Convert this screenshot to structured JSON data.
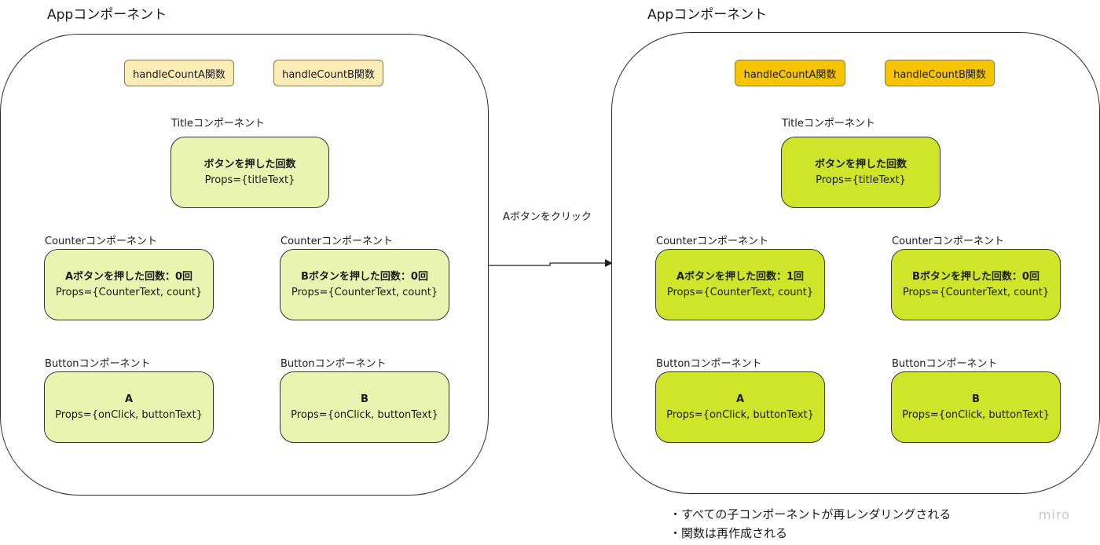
{
  "left": {
    "app_title": "Appコンポーネント",
    "funcs": [
      "handleCountA関数",
      "handleCountB関数"
    ],
    "title_label": "Titleコンポーネント",
    "title_card": {
      "main": "ボタンを押した回数",
      "props": "Props={titleText}"
    },
    "counter_label_a": "Counterコンポーネント",
    "counter_label_b": "Counterコンポーネント",
    "counter_a": {
      "main": "Aボタンを押した回数：0回",
      "props": "Props={CounterText, count}"
    },
    "counter_b": {
      "main": "Bボタンを押した回数：0回",
      "props": "Props={CounterText, count}"
    },
    "button_label_a": "Buttonコンポーネント",
    "button_label_b": "Buttonコンポーネント",
    "button_a": {
      "main": "A",
      "props": "Props={onClick, buttonText}"
    },
    "button_b": {
      "main": "B",
      "props": "Props={onClick, buttonText}"
    }
  },
  "right": {
    "app_title": "Appコンポーネント",
    "funcs": [
      "handleCountA関数",
      "handleCountB関数"
    ],
    "title_label": "Titleコンポーネント",
    "title_card": {
      "main": "ボタンを押した回数",
      "props": "Props={titleText}"
    },
    "counter_label_a": "Counterコンポーネント",
    "counter_label_b": "Counterコンポーネント",
    "counter_a": {
      "main": "Aボタンを押した回数：1回",
      "props": "Props={CounterText, count}"
    },
    "counter_b": {
      "main": "Bボタンを押した回数：0回",
      "props": "Props={CounterText, count}"
    },
    "button_label_a": "Buttonコンポーネント",
    "button_label_b": "Buttonコンポーネント",
    "button_a": {
      "main": "A",
      "props": "Props={onClick, buttonText}"
    },
    "button_b": {
      "main": "B",
      "props": "Props={onClick, buttonText}"
    }
  },
  "arrow_label": "Aボタンをクリック",
  "notes": [
    "・すべての子コンポーネントが再レンダリングされる",
    "・関数は再作成される"
  ],
  "brand": "miro",
  "colors": {
    "func_light": "#fcecb5",
    "card_light": "#e9f4b0",
    "func_bright": "#f7c500",
    "card_bright": "#cfe52a"
  }
}
